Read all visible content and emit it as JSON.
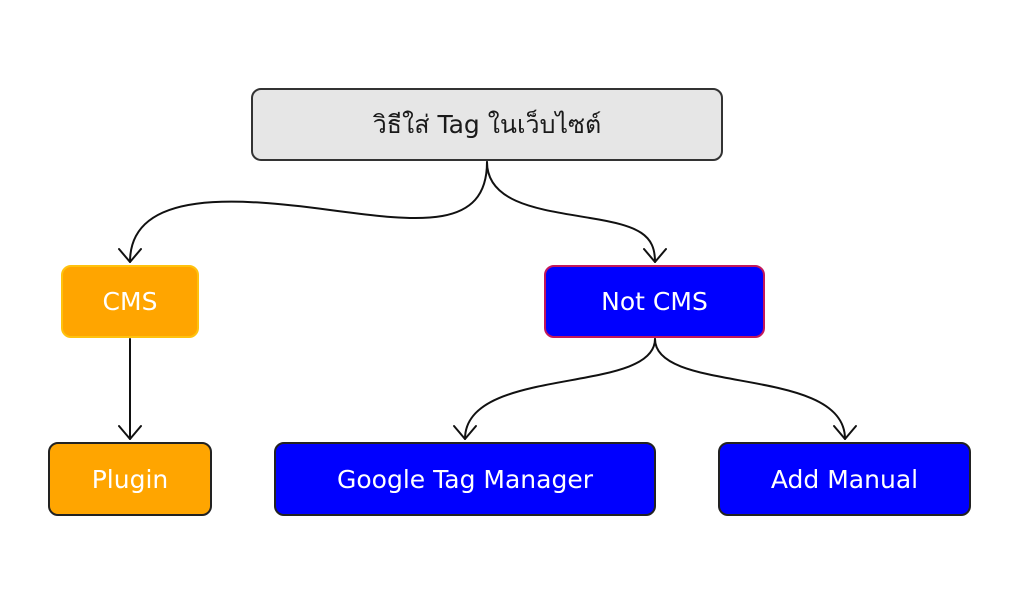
{
  "colors": {
    "root_fill": "#e6e6e6",
    "cms_fill": "#ffa500",
    "not_cms_fill": "#0000ff",
    "edge": "#111111"
  },
  "nodes": {
    "root": "วิธีใส่ Tag ในเว็บไซต์",
    "cms": "CMS",
    "not_cms": "Not CMS",
    "plugin": "Plugin",
    "gtm": "Google Tag Manager",
    "manual": "Add Manual"
  },
  "edges": [
    {
      "from": "root",
      "to": "cms"
    },
    {
      "from": "root",
      "to": "not_cms"
    },
    {
      "from": "cms",
      "to": "plugin"
    },
    {
      "from": "not_cms",
      "to": "gtm"
    },
    {
      "from": "not_cms",
      "to": "manual"
    }
  ]
}
